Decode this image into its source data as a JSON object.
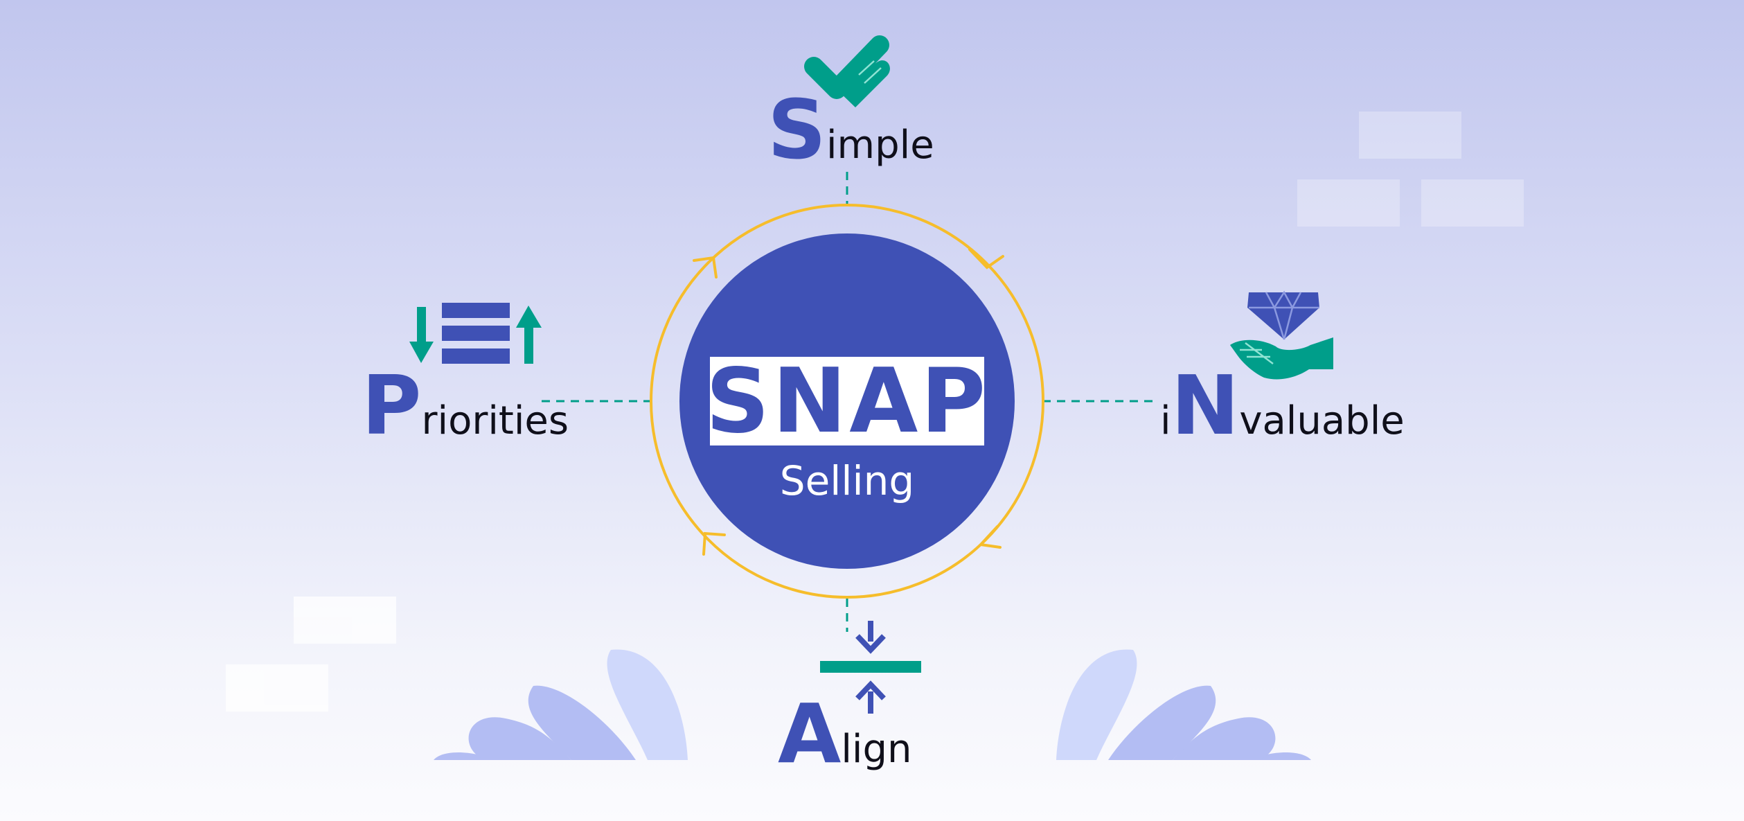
{
  "center": {
    "logo_text": "SNAP",
    "subtitle": "Selling"
  },
  "items": [
    {
      "key": "simple",
      "initial": "S",
      "rest": "imple",
      "icon": "hand-check-icon"
    },
    {
      "key": "priorities",
      "initial": "P",
      "rest": "riorities",
      "icon": "priority-sort-icon"
    },
    {
      "key": "invaluable",
      "prefix": "i",
      "initial": "N",
      "rest": "valuable",
      "icon": "hand-diamond-icon"
    },
    {
      "key": "align",
      "initial": "A",
      "rest": "lign",
      "icon": "align-arrows-icon"
    }
  ],
  "colors": {
    "primary": "#3f51b5",
    "accent_teal": "#009e8a",
    "ring": "#f6bd2b",
    "leaf_dark": "#b3bdf3",
    "leaf_light": "#cfd8fb"
  }
}
